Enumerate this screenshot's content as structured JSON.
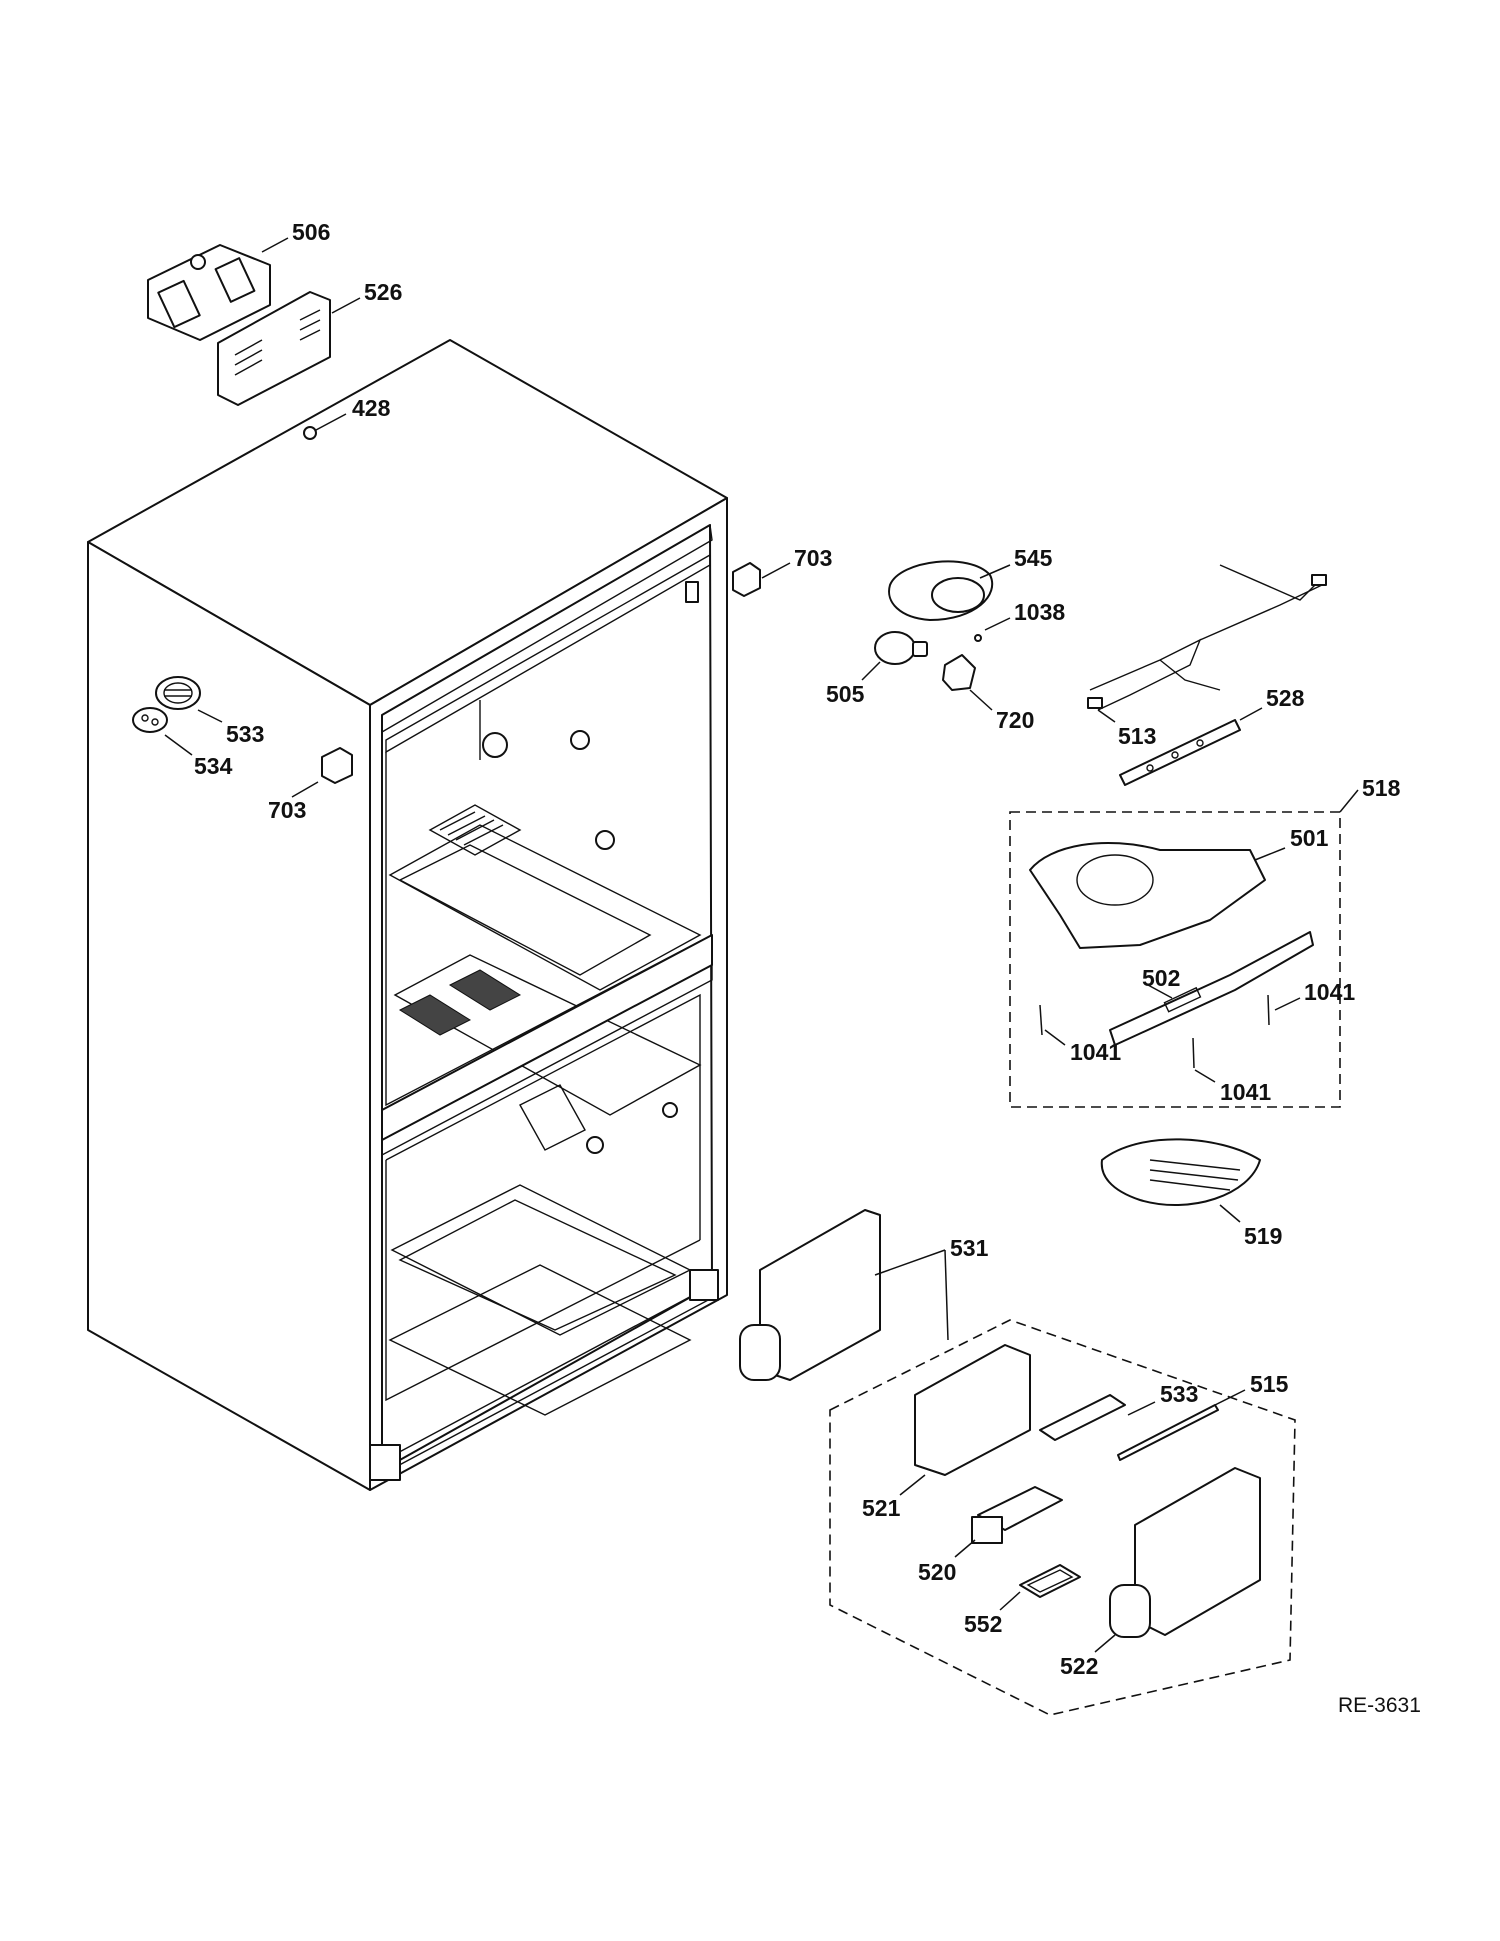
{
  "drawing_code": "RE-3631",
  "callouts": {
    "c506": "506",
    "c526": "526",
    "c428": "428",
    "c703a": "703",
    "c703b": "703",
    "c533a": "533",
    "c534": "534",
    "c545": "545",
    "c1038": "1038",
    "c505": "505",
    "c720": "720",
    "c513": "513",
    "c528": "528",
    "c518": "518",
    "c501": "501",
    "c502": "502",
    "c1041a": "1041",
    "c1041b": "1041",
    "c1041c": "1041",
    "c519": "519",
    "c531": "531",
    "c533b": "533",
    "c515": "515",
    "c521": "521",
    "c520": "520",
    "c552": "552",
    "c522": "522"
  }
}
